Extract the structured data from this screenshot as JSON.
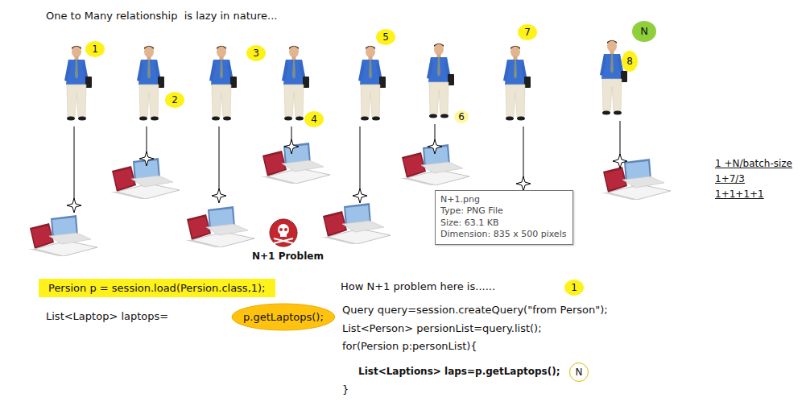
{
  "diagram": {
    "nodes": [
      {
        "text": [
          "Persion p = session.load(Persion.class,1);"
        ]
      },
      {
        "text": [
          "p.getLaptops();"
        ]
      },
      {
        "text": [
          "N+1.png",
          "Type: PNG File",
          "Size: 63.1 KB",
          "Dimension: 835 x 500 pixels"
        ]
      }
    ],
    "labels": [
      "One to Many relationship  is lazy in nature...",
      "1",
      "2",
      "3",
      "4",
      "5",
      "6",
      "7",
      "N",
      "8",
      "N+1 Problem",
      "List<Laptop> laptops=",
      "How N+1 problem here is......",
      "1",
      "Query query=session.createQuery(\"from Person\");",
      "List<Person> persionList=query.list();",
      "for(Persion p:personList){",
      "List<Laptions> laps=p.getLaptops();",
      "N",
      "}",
      "1 +N/batch-size",
      "1+7/3",
      "1+1+1+1"
    ]
  }
}
